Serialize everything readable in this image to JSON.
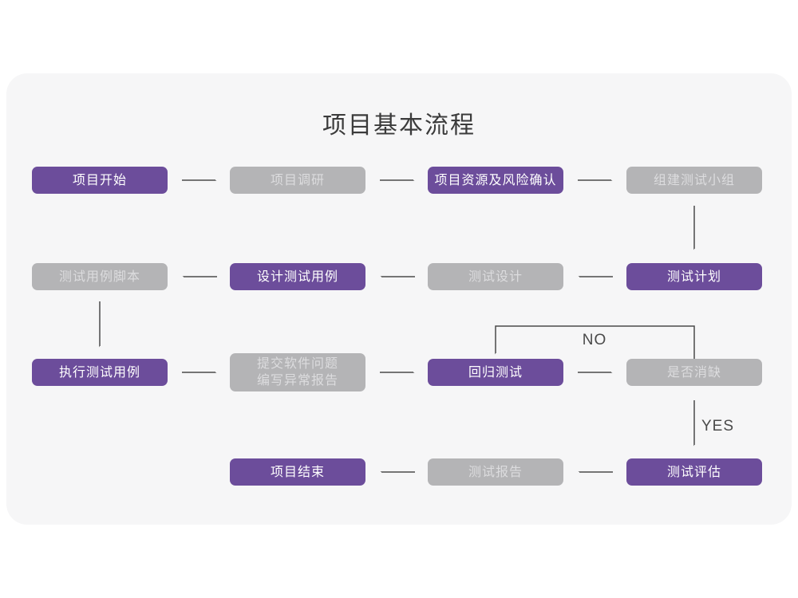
{
  "title": "项目基本流程",
  "colors": {
    "purple": "#6c4d9b",
    "gray": "#b4b4b6",
    "card_bg": "#f6f6f7",
    "page_bg": "#ffffff",
    "arrow": "#4a4a4a",
    "node_text_on_purple": "#ffffff",
    "node_text_on_gray": "#dcdcde",
    "title_color": "#3b3b3b"
  },
  "branch_labels": {
    "no": "NO",
    "yes": "YES"
  },
  "flow": {
    "nodes": [
      {
        "id": "project-start",
        "label": "项目开始",
        "variant": "purple"
      },
      {
        "id": "project-research",
        "label": "项目调研",
        "variant": "gray"
      },
      {
        "id": "resource-risk-confirm",
        "label": "项目资源及风险确认",
        "variant": "purple"
      },
      {
        "id": "build-test-team",
        "label": "组建测试小组",
        "variant": "gray"
      },
      {
        "id": "test-case-script",
        "label": "测试用例脚本",
        "variant": "gray"
      },
      {
        "id": "design-test-case",
        "label": "设计测试用例",
        "variant": "purple"
      },
      {
        "id": "test-design",
        "label": "测试设计",
        "variant": "gray"
      },
      {
        "id": "test-plan",
        "label": "测试计划",
        "variant": "purple"
      },
      {
        "id": "execute-test-case",
        "label": "执行测试用例",
        "variant": "purple"
      },
      {
        "id": "submit-issue-report",
        "label": "提交软件问题\n编写异常报告",
        "variant": "gray"
      },
      {
        "id": "regression-test",
        "label": "回归测试",
        "variant": "purple"
      },
      {
        "id": "defect-cleared",
        "label": "是否消缺",
        "variant": "gray"
      },
      {
        "id": "project-end",
        "label": "项目结束",
        "variant": "purple"
      },
      {
        "id": "test-report",
        "label": "测试报告",
        "variant": "gray"
      },
      {
        "id": "test-evaluation",
        "label": "测试评估",
        "variant": "purple"
      }
    ],
    "edges": [
      {
        "from": "project-start",
        "to": "project-research"
      },
      {
        "from": "project-research",
        "to": "resource-risk-confirm"
      },
      {
        "from": "resource-risk-confirm",
        "to": "build-test-team"
      },
      {
        "from": "build-test-team",
        "to": "test-plan"
      },
      {
        "from": "test-plan",
        "to": "test-design"
      },
      {
        "from": "test-design",
        "to": "design-test-case"
      },
      {
        "from": "design-test-case",
        "to": "test-case-script"
      },
      {
        "from": "test-case-script",
        "to": "execute-test-case"
      },
      {
        "from": "execute-test-case",
        "to": "submit-issue-report"
      },
      {
        "from": "submit-issue-report",
        "to": "regression-test"
      },
      {
        "from": "regression-test",
        "to": "defect-cleared"
      },
      {
        "from": "defect-cleared",
        "to": "regression-test",
        "label": "NO"
      },
      {
        "from": "defect-cleared",
        "to": "test-evaluation",
        "label": "YES"
      },
      {
        "from": "test-evaluation",
        "to": "test-report"
      },
      {
        "from": "test-report",
        "to": "project-end"
      }
    ]
  }
}
